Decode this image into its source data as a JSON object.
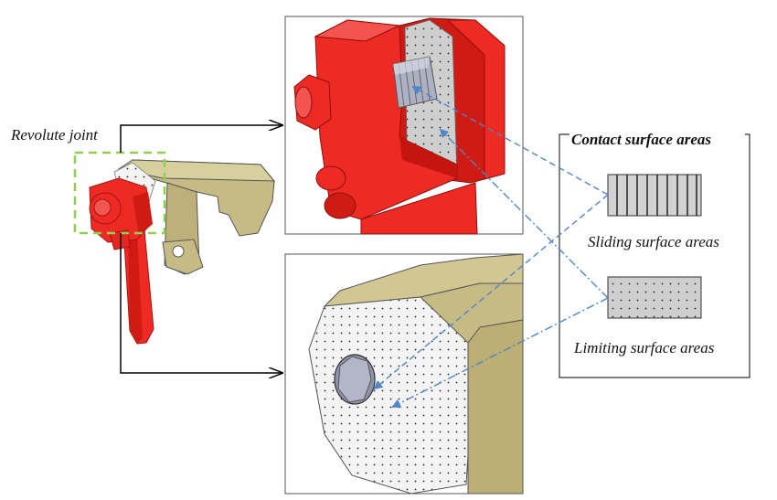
{
  "labels": {
    "revolute_joint": "Revolute joint",
    "legend_title": "Contact surface areas",
    "sliding": "Sliding surface areas",
    "limiting": "Limiting surface areas"
  },
  "colors": {
    "red_part": "#ee2a24",
    "olive_part": "#c7bb85",
    "joint_box": "#8fd14f",
    "leader_arrow": "#4f86c6",
    "gray_surface": "#c8c8c8"
  }
}
